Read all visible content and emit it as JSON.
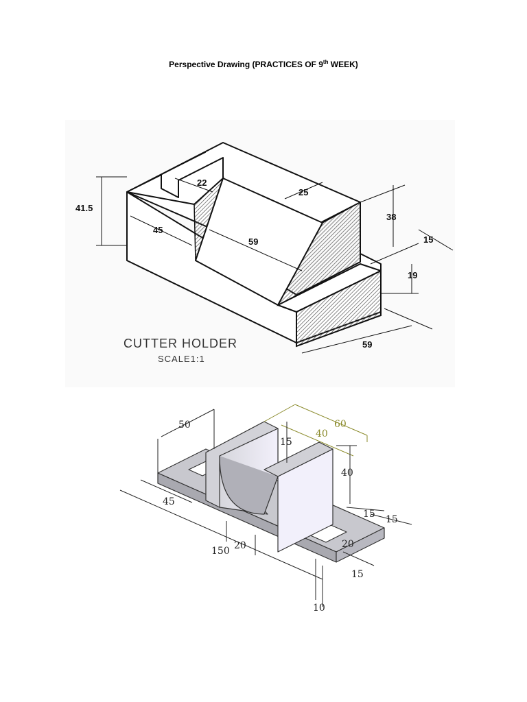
{
  "title": {
    "prefix": "Perspective Drawing (PRACTICES OF 9",
    "sup": "th",
    "suffix": " WEEK)"
  },
  "figure1": {
    "caption": "CUTTER HOLDER",
    "scale": "SCALE1:1",
    "dims": {
      "d_41_5": "41.5",
      "d_45": "45",
      "d_22": "22",
      "d_25": "25",
      "d_59a": "59",
      "d_38": "38",
      "d_15": "15",
      "d_19": "19",
      "d_59b": "59"
    }
  },
  "figure2": {
    "dims": {
      "d_50": "50",
      "d_60": "60",
      "d_40a": "40",
      "d_15a": "15",
      "d_40b": "40",
      "d_45": "45",
      "d_15b": "15",
      "d_15c": "15",
      "d_20a": "20",
      "d_150": "150",
      "d_20b": "20",
      "d_15d": "15",
      "d_10": "10"
    }
  },
  "colors": {
    "accent_dim": "#8a8a2a",
    "part_fill": "#c8c8ce",
    "hatch": "#555555"
  }
}
